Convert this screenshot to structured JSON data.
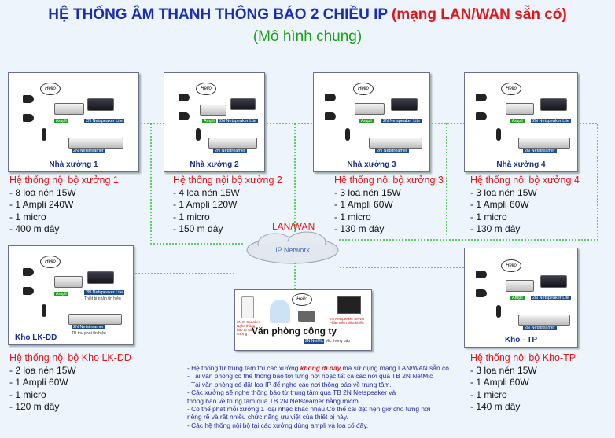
{
  "title": {
    "main": "HỆ THỐNG ÂM THANH THÔNG BÁO 2 CHIỀU  IP",
    "highlight": "(mạng LAN/WAN sẵn có)",
    "subtitle": "(Mô hình chung)"
  },
  "network": {
    "label": "LAN/WAN",
    "cloud": "IP Network"
  },
  "device_labels": {
    "ampli": "Ampli",
    "netspeaker": "2N Netspeaker Lite",
    "netstreamer": "2N Netstreamer",
    "hello": "Hello"
  },
  "panels": [
    {
      "name": "Nhà xưởng 1"
    },
    {
      "name": "Nhà xưởng 2"
    },
    {
      "name": "Nhà xưởng 3"
    },
    {
      "name": "Nhà xưởng 4"
    },
    {
      "name": "Kho LK-DD",
      "note1": "Thiết bị nhận tín hiệu",
      "note2": "TB thu phát tín hiệu"
    },
    {
      "name": "Kho - TP"
    }
  ],
  "office": {
    "name": "Văn phòng công ty",
    "speaker_caption": "2N IP Speaker Nghe thông báo từ các xưởng",
    "netmic_caption": "2N NetMic",
    "netmic_sub": "Mic thông báo",
    "server_caption": "2N Netspeaker Server Phần mềm điều khiển"
  },
  "systems": [
    {
      "heading": "Hệ thống nội bộ xưởng 1",
      "items": [
        "- 8 loa nén 15W",
        "- 1 Ampli 240W",
        "- 1 micro",
        "- 400 m dây"
      ]
    },
    {
      "heading": "Hệ thống nội bộ xưởng 2",
      "items": [
        "- 4 loa nén 15W",
        "- 1 Ampli 120W",
        "- 1 micro",
        "- 150 m dây"
      ]
    },
    {
      "heading": "Hệ thống nội bộ xưởng 3",
      "items": [
        "- 3 loa nén 15W",
        "- 1 Ampli 60W",
        "- 1 micro",
        "- 130 m dây"
      ]
    },
    {
      "heading": "Hệ thống nội bộ xưởng 4",
      "items": [
        "- 3 loa nén 15W",
        "- 1 Ampli 60W",
        "- 1 micro",
        "- 130 m dây"
      ]
    },
    {
      "heading": "Hệ thống nội bộ Kho LK-DD",
      "items": [
        "- 2 loa nén 15W",
        "- 1 Ampli 60W",
        "- 1 micro",
        "- 120 m dây"
      ]
    },
    {
      "heading": "Hệ thống nội bộ Kho-TP",
      "items": [
        "- 3 loa nén 15W",
        "- 1 Ampli 60W",
        "- 1 micro",
        "- 140 m dây"
      ]
    }
  ],
  "notes": [
    {
      "pre": "- Hệ thống từ trung tâm tới các xưởng ",
      "em": "không đi dây",
      "post": " mà sử dụng mạng LAN/WAN sẵn có."
    },
    {
      "pre": "- Tại văn phòng có thể thông báo tới từng nơi hoặc tất cả các nơi qua TB 2N NetMic",
      "em": "",
      "post": ""
    },
    {
      "pre": "- Tại văn phòng có đặt loa IP để nghe các nơi thông báo về trung tâm.",
      "em": "",
      "post": ""
    },
    {
      "pre": "- Các xưởng sẽ nghe thông báo từ trung tâm qua TB 2N Netspeaker và",
      "em": "",
      "post": ""
    },
    {
      "pre": "  thông báo về trung tâm qua TB 2N Netsteamer bằng micro.",
      "em": "",
      "post": ""
    },
    {
      "pre": "- Có thể phát mỗi xưởng 1 loại nhạc khác nhau.Có thể cài đặt hẹn giờ cho từng nơi",
      "em": "",
      "post": ""
    },
    {
      "pre": "  riêng rẽ và rất nhiều chức năng ưu việt của thiết bị này.",
      "em": "",
      "post": ""
    },
    {
      "pre": "- Các hệ thống nội bộ tại các xưởng dùng ampli và loa cố đây.",
      "em": "",
      "post": ""
    }
  ]
}
